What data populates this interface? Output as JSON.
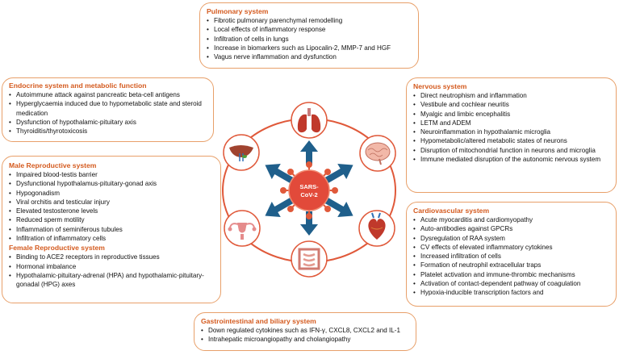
{
  "center": {
    "line1": "SARS-",
    "line2": "CoV-2"
  },
  "organs": {
    "lungs": "lungs-icon",
    "brain": "brain-icon",
    "heart": "heart-icon",
    "intestine": "intestine-icon",
    "uterus": "uterus-icon",
    "liver": "liver-icon"
  },
  "colors": {
    "accent": "#d45a1e",
    "border": "#e8a06a",
    "ring": "#e0593a",
    "arrow": "#1f5f8b"
  },
  "pulmonary": {
    "title": "Pulmonary system",
    "items": [
      "Fibrotic pulmonary parenchymal remodelling",
      "Local effects of inflammatory response",
      "Infiltration of cells in lungs",
      "Increase in biomarkers such as Lipocalin-2, MMP-7 and HGF",
      "Vagus nerve inflammation and dysfunction"
    ]
  },
  "endocrine": {
    "title": "Endocrine system and metabolic function",
    "items": [
      "Autoimmune attack against pancreatic beta-cell antigens",
      "Hyperglycaemia induced due to hypometabolic state and steroid medication",
      "Dysfunction of hypothalamic-pituitary axis",
      "Thyroiditis/thyrotoxicosis"
    ]
  },
  "nervous": {
    "title": "Nervous system",
    "items": [
      "Direct neutrophism and inflammation",
      "Vestibule and cochlear neuritis",
      "Myalgic and limbic encephalitis",
      "LETM and ADEM",
      "Neuroinflammation in hypothalamic microglia",
      "Hypometabolic/altered metabolic states of neurons",
      "Disruption of mitochondrial function in neurons and microglia",
      "Immune mediated disruption of the autonomic nervous system"
    ]
  },
  "reproductive": {
    "male_title": "Male Reproductive system",
    "male_items": [
      "Impaired blood-testis barrier",
      "Dysfunctional hypothalamus-pituitary-gonad axis",
      "Hypogonadism",
      "Viral orchitis and testicular injury",
      "Elevated testosterone levels",
      "Reduced sperm motility",
      "Inflammation of seminiferous tubules",
      "Infiltration of inflammatory cells"
    ],
    "female_title": "Female Reproductive system",
    "female_items": [
      "Binding to ACE2 receptors in reproductive tissues",
      "Hormonal imbalance",
      "Hypothalamic-pituitary-adrenal (HPA) and hypothalamic-pituitary-gonadal (HPG) axes"
    ]
  },
  "cardiovascular": {
    "title": "Cardiovascular system",
    "items": [
      "Acute myocarditis and cardiomyopathy",
      "Auto-antibodies against GPCRs",
      "Dysregulation of RAA system",
      "CV effects of elevated inflammatory cytokines",
      "Increased infiltration of cells",
      "Formation of neutrophil extracellular traps",
      "Platelet activation and immune-thrombic mechanisms",
      "Activation of contact-dependent pathway of coagulation",
      "Hypoxia-inducible transcription factors and"
    ]
  },
  "gastro": {
    "title": "Gastrointestinal and biliary system",
    "items": [
      "Down regulated cytokines such as IFN-γ, CXCL8, CXCL2 and IL-1",
      "Intrahepatic microangiopathy and cholangiopathy"
    ]
  }
}
